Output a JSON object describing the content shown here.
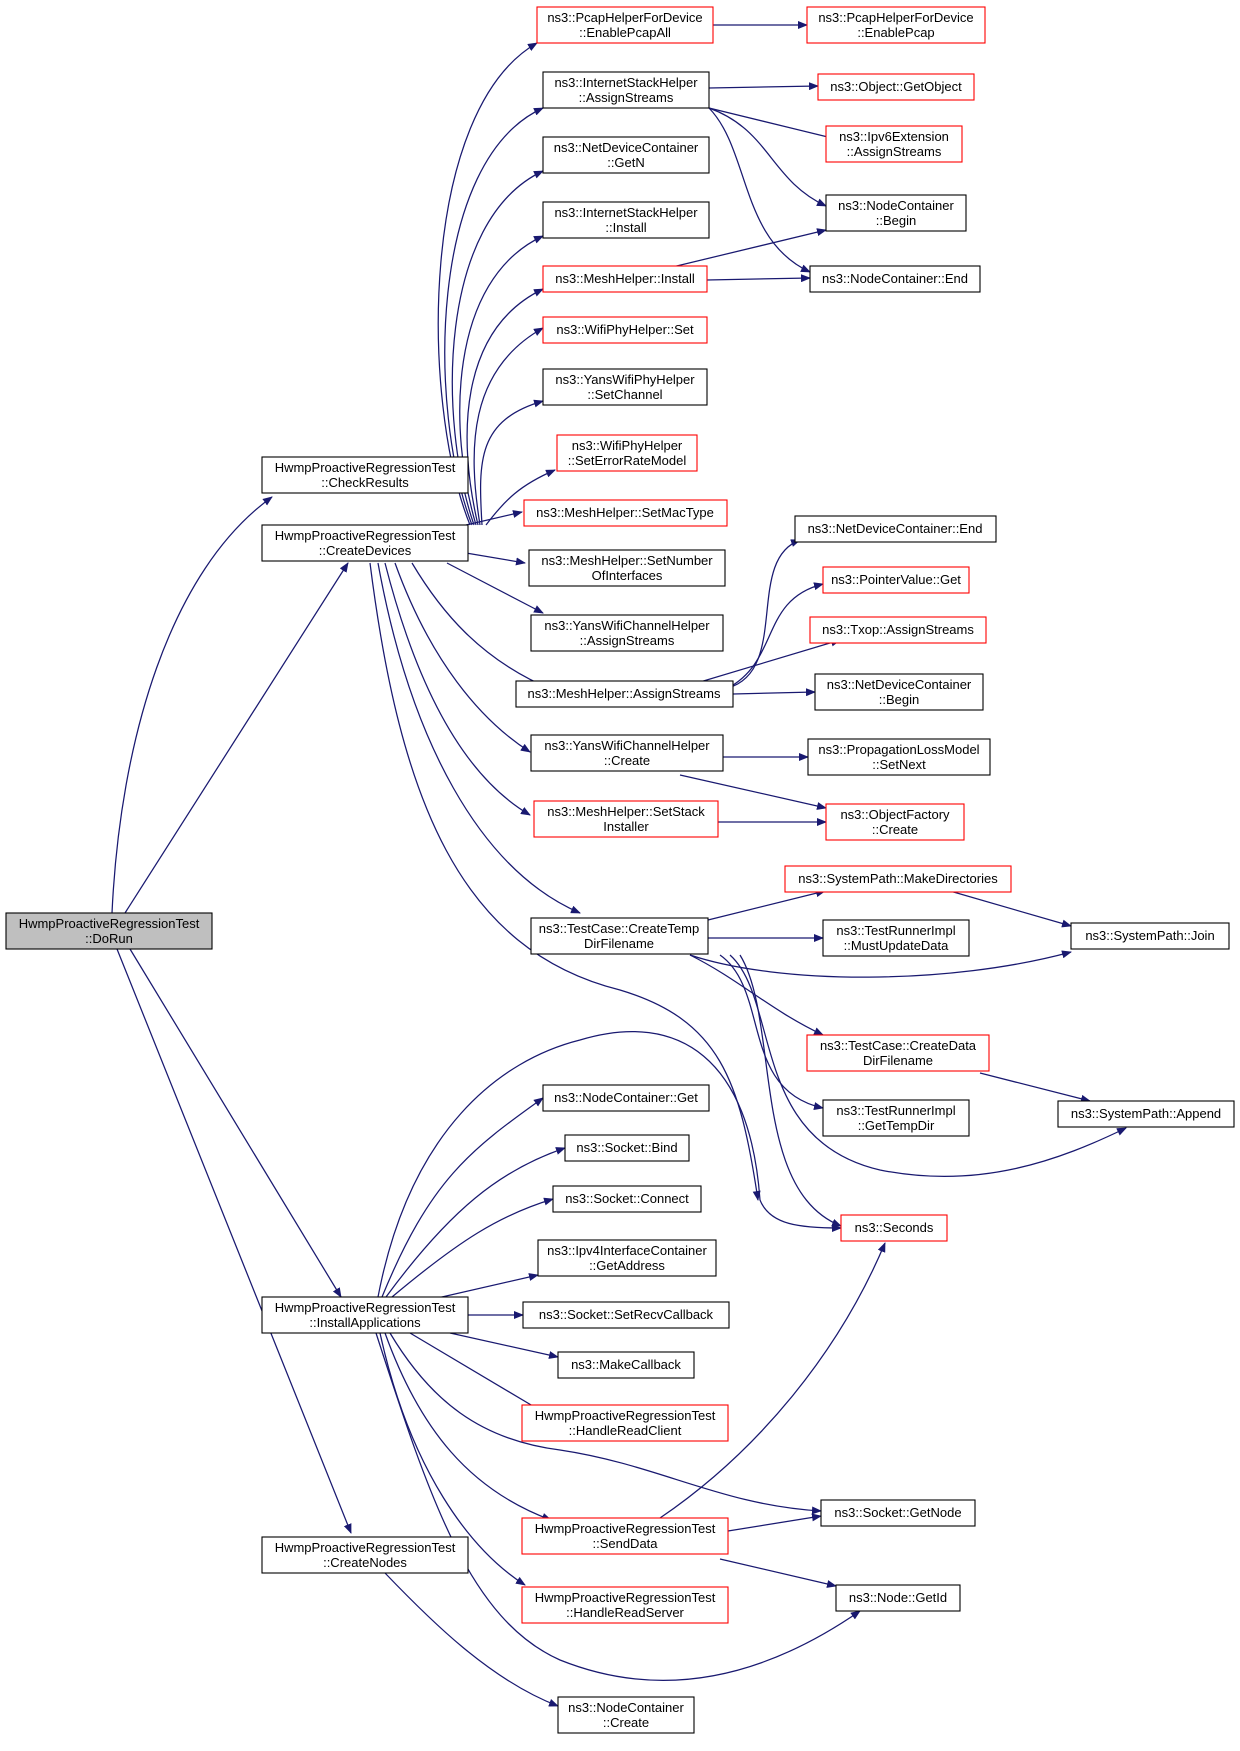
{
  "nodes": {
    "doRun": [
      "HwmpProactiveRegressionTest",
      "::DoRun"
    ],
    "checkResults": [
      "HwmpProactiveRegressionTest",
      "::CheckResults"
    ],
    "createDevices": [
      "HwmpProactiveRegressionTest",
      "::CreateDevices"
    ],
    "installApplications": [
      "HwmpProactiveRegressionTest",
      "::InstallApplications"
    ],
    "createNodes": [
      "HwmpProactiveRegressionTest",
      "::CreateNodes"
    ],
    "pcapEnableAll": [
      "ns3::PcapHelperForDevice",
      "::EnablePcapAll"
    ],
    "pcapEnable": [
      "ns3::PcapHelperForDevice",
      "::EnablePcap"
    ],
    "isAssignStreams": [
      "ns3::InternetStackHelper",
      "::AssignStreams"
    ],
    "objectGetObject": [
      "ns3::Object::GetObject"
    ],
    "ipv6ExtAssignStreams": [
      "ns3::Ipv6Extension",
      "::AssignStreams"
    ],
    "ndcGetN": [
      "ns3::NetDeviceContainer",
      "::GetN"
    ],
    "isInstall": [
      "ns3::InternetStackHelper",
      "::Install"
    ],
    "ncBegin": [
      "ns3::NodeContainer",
      "::Begin"
    ],
    "meshInstall": [
      "ns3::MeshHelper::Install"
    ],
    "ncEnd": [
      "ns3::NodeContainer::End"
    ],
    "wifiPhySet": [
      "ns3::WifiPhyHelper::Set"
    ],
    "yansPhySetChannel": [
      "ns3::YansWifiPhyHelper",
      "::SetChannel"
    ],
    "wifiPhySetErrorRate": [
      "ns3::WifiPhyHelper",
      "::SetErrorRateModel"
    ],
    "meshSetMacType": [
      "ns3::MeshHelper::SetMacType"
    ],
    "meshSetNumberIf": [
      "ns3::MeshHelper::SetNumber",
      "OfInterfaces"
    ],
    "yansChanAssignStreams": [
      "ns3::YansWifiChannelHelper",
      "::AssignStreams"
    ],
    "meshAssignStreams": [
      "ns3::MeshHelper::AssignStreams"
    ],
    "yansChanCreate": [
      "ns3::YansWifiChannelHelper",
      "::Create"
    ],
    "meshSetStackInstaller": [
      "ns3::MeshHelper::SetStack",
      "Installer"
    ],
    "testCaseCreateTempDir": [
      "ns3::TestCase::CreateTemp",
      "DirFilename"
    ],
    "ndcEnd": [
      "ns3::NetDeviceContainer::End"
    ],
    "pointerValueGet": [
      "ns3::PointerValue::Get"
    ],
    "txopAssignStreams": [
      "ns3::Txop::AssignStreams"
    ],
    "ndcBegin": [
      "ns3::NetDeviceContainer",
      "::Begin"
    ],
    "propLossSetNext": [
      "ns3::PropagationLossModel",
      "::SetNext"
    ],
    "objFactoryCreate": [
      "ns3::ObjectFactory",
      "::Create"
    ],
    "sysPathMakeDirs": [
      "ns3::SystemPath::MakeDirectories"
    ],
    "testRunnerMustUpdate": [
      "ns3::TestRunnerImpl",
      "::MustUpdateData"
    ],
    "sysPathJoin": [
      "ns3::SystemPath::Join"
    ],
    "testCaseCreateDataDir": [
      "ns3::TestCase::CreateData",
      "DirFilename"
    ],
    "sysPathAppend": [
      "ns3::SystemPath::Append"
    ],
    "testRunnerGetTempDir": [
      "ns3::TestRunnerImpl",
      "::GetTempDir"
    ],
    "ncGet": [
      "ns3::NodeContainer::Get"
    ],
    "socketBind": [
      "ns3::Socket::Bind"
    ],
    "socketConnect": [
      "ns3::Socket::Connect"
    ],
    "ipv4IfGetAddress": [
      "ns3::Ipv4InterfaceContainer",
      "::GetAddress"
    ],
    "seconds": [
      "ns3::Seconds"
    ],
    "socketSetRecvCb": [
      "ns3::Socket::SetRecvCallback"
    ],
    "makeCallback": [
      "ns3::MakeCallback"
    ],
    "handleReadClient": [
      "HwmpProactiveRegressionTest",
      "::HandleReadClient"
    ],
    "socketGetNode": [
      "ns3::Socket::GetNode"
    ],
    "sendData": [
      "HwmpProactiveRegressionTest",
      "::SendData"
    ],
    "nodeGetId": [
      "ns3::Node::GetId"
    ],
    "handleReadServer": [
      "HwmpProactiveRegressionTest",
      "::HandleReadServer"
    ],
    "ncCreate": [
      "ns3::NodeContainer",
      "::Create"
    ]
  },
  "colors": {
    "edge": "#191970",
    "box_red": "#ff0000",
    "box_black": "#000000",
    "root_fill": "#bfbfbf"
  }
}
